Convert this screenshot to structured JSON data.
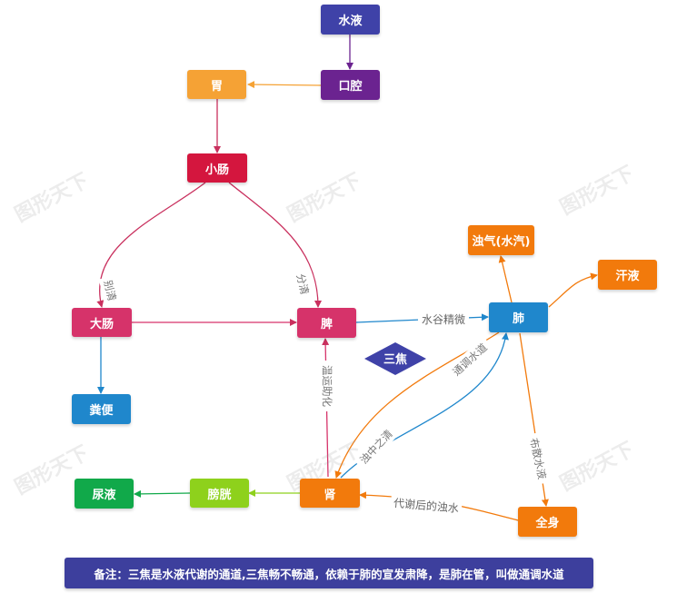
{
  "watermark": "图形天下",
  "nodes": {
    "shuiye": "水液",
    "kouqiang": "口腔",
    "wei": "胃",
    "xiaochang": "小肠",
    "dachang": "大肠",
    "pi": "脾",
    "fenbian": "粪便",
    "fei": "肺",
    "zhuoqi": "浊气(水汽)",
    "hanye": "汗液",
    "shen": "肾",
    "pangguang": "膀胱",
    "niaoye": "尿液",
    "quanshen": "全身",
    "sanjiao": "三焦"
  },
  "edge_labels": {
    "bieqing": "别清",
    "fenqing": "分清",
    "shuigujingwei": "水谷精微",
    "wenyunzhuhua": "温运助化",
    "tongtiaoshuidao": "通调水道",
    "zhuozhongzhiqing": "浊中之清",
    "busanshuiye": "布散水液",
    "daixiehoudezhuoshui": "代谢后的浊水"
  },
  "note": "备注：三焦是水液代谢的通道,三焦畅不畅通，依赖于肺的宣发肃降，是肺在管，叫做通调水道",
  "colors": {
    "shuiye": "#3f42a8",
    "kouqiang": "#6b2390",
    "wei": "#f5a235",
    "xiaochang": "#d4163e",
    "dachang": "#d6336a",
    "pi": "#d6336a",
    "fenbian": "#1f87cc",
    "fei": "#1f87cc",
    "zhuoqi": "#f27a0c",
    "hanye": "#f27a0c",
    "shen": "#f27a0c",
    "pangguang": "#8ed11c",
    "niaoye": "#11a94a",
    "quanshen": "#f27a0c",
    "sanjiao": "#3f42a8",
    "note": "#3d3f9d"
  }
}
